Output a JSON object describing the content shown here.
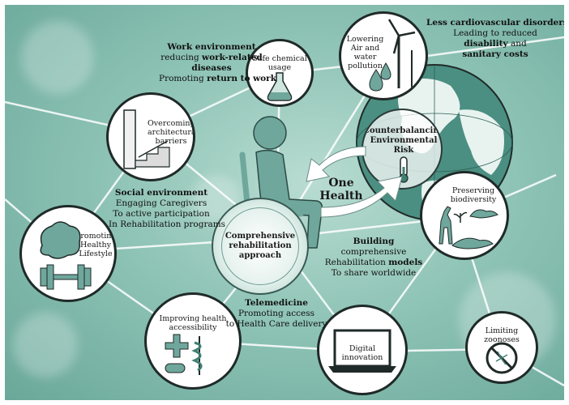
{
  "nodes": {
    "safe_chemical": "Safe chemical\nusage",
    "lowering_pollution": "Lowering\nAir and\nwater\npollution",
    "architectural": "Overcoming\narchitectural\nbarriers",
    "healthy_lifestyle": "Promoting\nHealthy\nLifestyle",
    "biodiversity": "Preserving\nbiodiversity",
    "health_accessibility": "Improving health\naccessibility",
    "digital_innovation": "Digital\ninnovation",
    "zoonoses": "Limiting\nzoonoses"
  },
  "center": {
    "rehab": "Comprehensive\nrehabilitation\napproach",
    "counterbalancing": "Counterbalancing\nEnvironmental\nRisk",
    "one_health": "One\nHealth"
  },
  "texts": {
    "work": {
      "l1": "Work environment",
      "l2a": "reducing ",
      "l2b": "work-related",
      "l3": "diseases",
      "l4a": "Promoting ",
      "l4b": "return to work"
    },
    "cardio": {
      "l1": "Less cardiovascular disorders",
      "l2": "Leading to reduced",
      "l3a": "disability",
      "l3b": " and",
      "l4": "sanitary costs"
    },
    "social": {
      "l1": "Social environment",
      "l2": "Engaging Caregivers",
      "l3": "To active participation",
      "l4": "In Rehabilitation programs"
    },
    "building": {
      "l1": "Building",
      "l2": "comprehensive",
      "l3a": "Rehabilitation ",
      "l3b": "models",
      "l4": "To share worldwide"
    },
    "telemedicine": {
      "l1": "Telemedicine",
      "l2": "Promoting access",
      "l3": "to Health Care delivery"
    }
  },
  "colors": {
    "background": "#8fc4b6",
    "accent": "#6fa79c",
    "dark": "#1f2a28",
    "globe": "#3f7f73"
  }
}
